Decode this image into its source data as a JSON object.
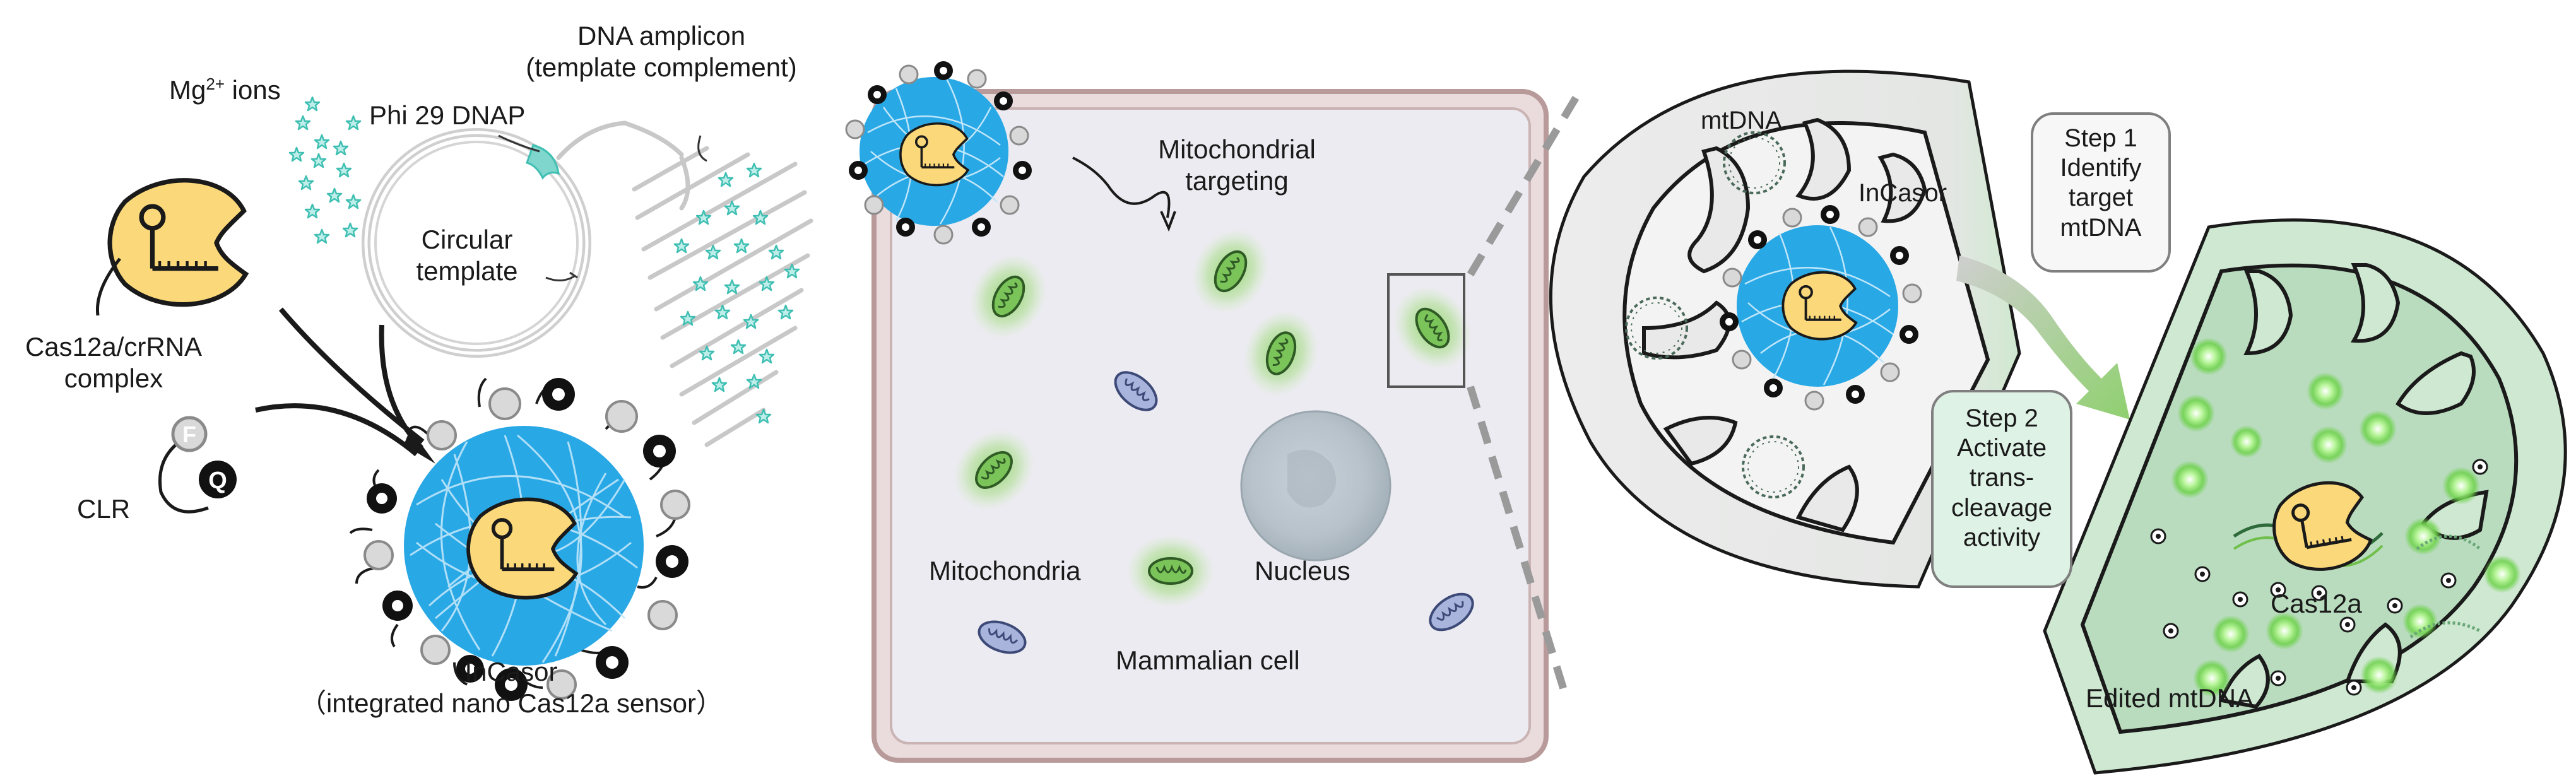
{
  "labels": {
    "mg_ions": "Mg",
    "mg_sup": "2+",
    "mg_suffix": " ions",
    "phi29": "Phi 29 DNAP",
    "dna_amplicon_l1": "DNA amplicon",
    "dna_amplicon_l2": "(template complement)",
    "circular_l1": "Circular",
    "circular_l2": "template",
    "cas12a_complex_l1": "Cas12a/crRNA",
    "cas12a_complex_l2": "complex",
    "clr": "CLR",
    "incasor_l1": "InCasor",
    "incasor_l2": "（integrated nano Cas12a sensor）",
    "mito_targeting_l1": "Mitochondrial",
    "mito_targeting_l2": "targeting",
    "mitochondria": "Mitochondria",
    "nucleus": "Nucleus",
    "mammalian_cell": "Mammalian cell",
    "mtdna": "mtDNA",
    "incasor_right": "InCasor",
    "step1_l1": "Step 1",
    "step1_l2": "Identify",
    "step1_l3": "target",
    "step1_l4": "mtDNA",
    "step2_l1": "Step 2",
    "step2_l2": "Activate",
    "step2_l3": "trans-",
    "step2_l4": "cleavage",
    "step2_l5": "activity",
    "cas12a": "Cas12a",
    "edited_mtdna": "Edited mtDNA",
    "f_letter": "F",
    "q_letter": "Q"
  },
  "colors": {
    "dna_blue": "#2aa7e6",
    "cas_yellow": "#fbd97a",
    "mito_green": "#6fbf4a",
    "mito_blue": "#7f8fc2",
    "star_teal": "#3fbfb2",
    "cell_border": "#b89a9a",
    "cell_fill": "#ecebf1",
    "mito_panel_fill": "#d7efd9",
    "step2_fill": "#dff2e6"
  },
  "icons": [
    "cas12a-crrna-icon",
    "star-icon",
    "fluorophore-icon",
    "quencher-icon",
    "mitochondrion-icon",
    "nucleus-icon",
    "plasmid-icon"
  ]
}
